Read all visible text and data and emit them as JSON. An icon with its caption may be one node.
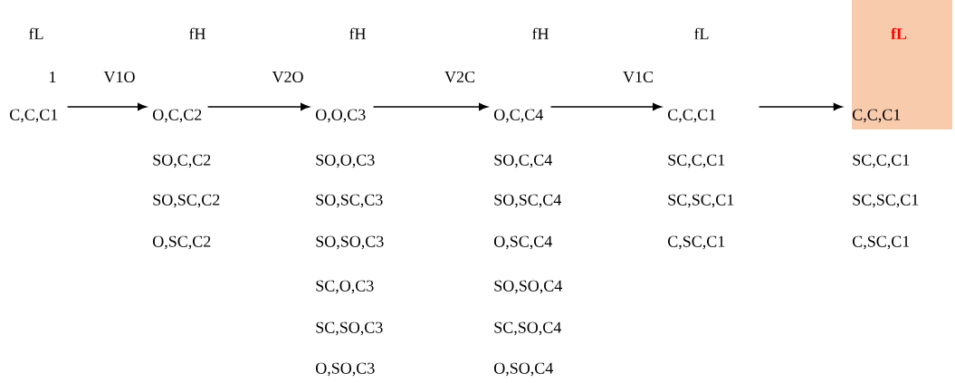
{
  "diagram": {
    "nodes": [
      {
        "text": [
          "C,C,C1"
        ]
      },
      {
        "text": [
          "O,C,C2"
        ]
      },
      {
        "text": [
          "O,O,C3"
        ]
      },
      {
        "text": [
          "O,C,C4"
        ]
      },
      {
        "text": [
          "C,C,C1"
        ]
      },
      {
        "text": [
          "fL",
          "C,C,C1"
        ]
      }
    ],
    "edges": [
      {
        "from": 0,
        "to": 1,
        "arrow": "to",
        "label": "V1O"
      },
      {
        "from": 1,
        "to": 2,
        "arrow": "to",
        "label": "V2O"
      },
      {
        "from": 2,
        "to": 3,
        "arrow": "to",
        "label": "V2C"
      },
      {
        "from": 3,
        "to": 4,
        "arrow": "to",
        "label": "V1C"
      },
      {
        "from": 4,
        "to": 5,
        "arrow": "to"
      }
    ],
    "labels": [
      "fL",
      "fH",
      "fH",
      "fH",
      "fL",
      "1",
      "SO,C,C2",
      "SO,O,C3",
      "SO,C,C4",
      "SC,C,C1",
      "SC,C,C1",
      "SO,SC,C2",
      "SO,SC,C3",
      "SO,SC,C4",
      "SC,SC,C1",
      "SC,SC,C1",
      "O,SC,C2",
      "SO,SO,C3",
      "O,SC,C4",
      "C,SC,C1",
      "C,SC,C1",
      "SC,O,C3",
      "SO,SO,C4",
      "SC,SO,C3",
      "SC,SO,C4",
      "O,SO,C3",
      "O,SO,C4"
    ]
  }
}
